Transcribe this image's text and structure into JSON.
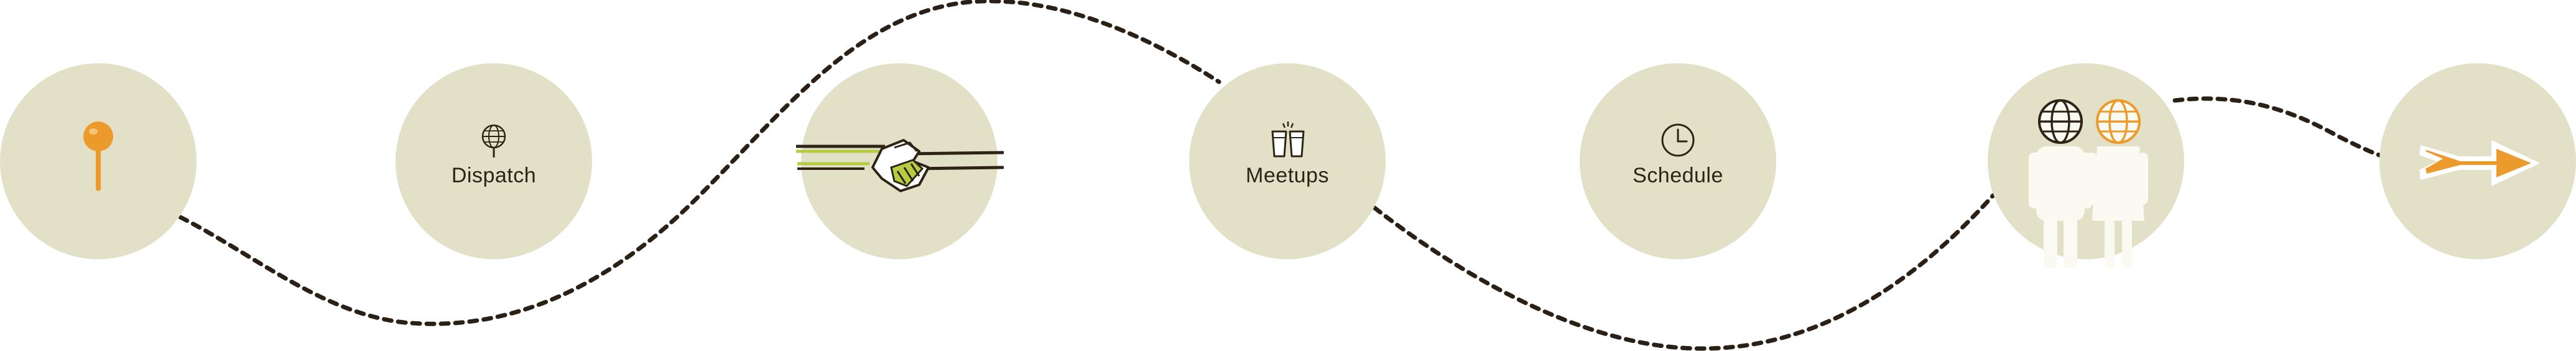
{
  "steps": [
    {
      "icon": "map-pin-icon",
      "label": ""
    },
    {
      "icon": "globe-pin-icon",
      "label": "Dispatch"
    },
    {
      "icon": "handshake-icon",
      "label": ""
    },
    {
      "icon": "drinks-cheers-icon",
      "label": "Meetups"
    },
    {
      "icon": "clock-icon",
      "label": "Schedule"
    },
    {
      "icon": "two-globe-people-icon",
      "label": ""
    },
    {
      "icon": "arrow-icon",
      "label": ""
    }
  ],
  "colors": {
    "circle": "#e2e1c8",
    "path": "#2b2015",
    "orange": "#ec9a2b",
    "green": "#b6cc42",
    "ink": "#2d2416",
    "figure": "#fbfaf2"
  }
}
